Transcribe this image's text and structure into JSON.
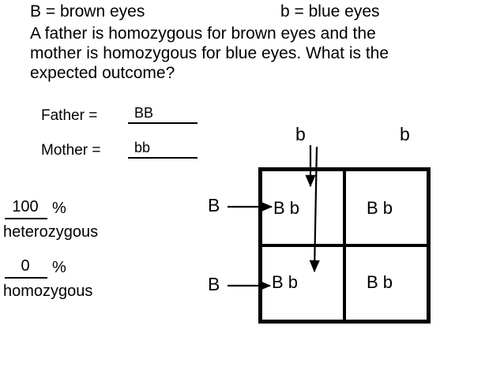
{
  "slide": {
    "key": {
      "dominant": "B = brown eyes",
      "recessive": "b = blue eyes"
    },
    "question": {
      "line1": "A father is homozygous for brown eyes and the",
      "line2": "mother is homozygous for blue eyes.  What is the",
      "line3": "expected outcome?"
    },
    "parents": [
      {
        "label": "Father =",
        "value": "BB"
      },
      {
        "label": "Mother =",
        "value": "bb"
      }
    ],
    "stats": [
      {
        "value": "100",
        "percent": "%",
        "term": "heterozygous"
      },
      {
        "value": "0",
        "percent": "%",
        "term": "homozygous"
      }
    ],
    "punnett": {
      "column_headers": [
        "b",
        "b"
      ],
      "row_labels": [
        "B",
        "B"
      ],
      "cells": {
        "top_left": "B b",
        "top_right": "B b",
        "bottom_left": "B b",
        "bottom_right": "B b"
      }
    },
    "colors": {
      "ink": "#000000",
      "paper": "#ffffff"
    }
  }
}
